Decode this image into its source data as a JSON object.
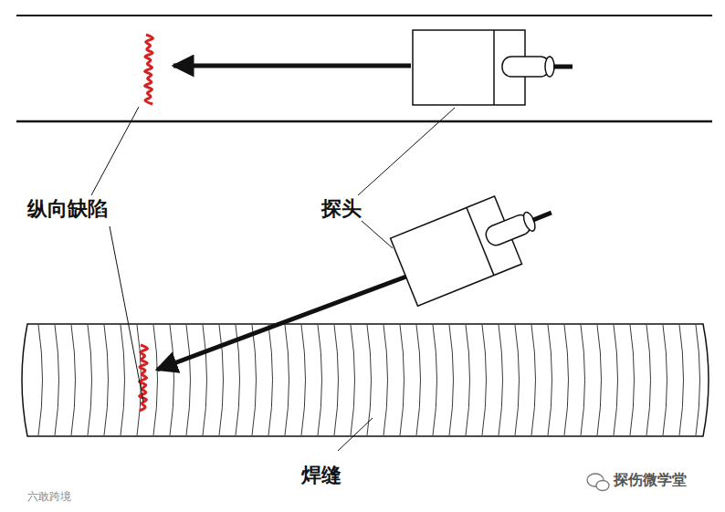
{
  "diagram": {
    "labels": [
      "纵向缺陷",
      "探头",
      "焊缝",
      "探伤微学堂",
      "六敢跨境"
    ]
  }
}
